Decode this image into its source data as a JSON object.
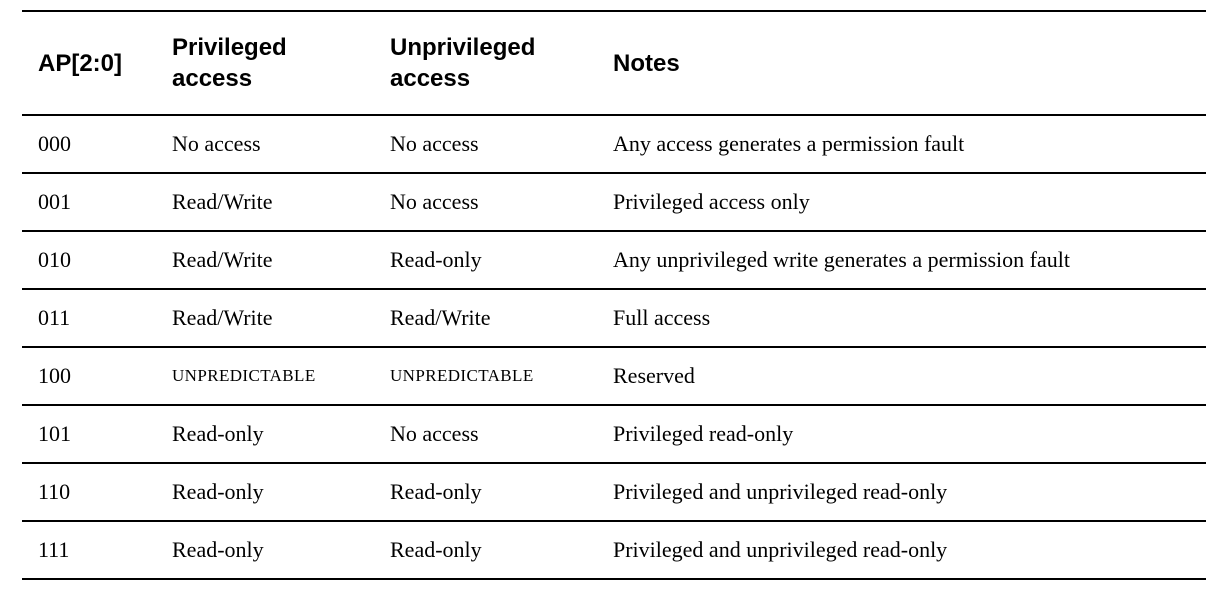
{
  "colors": {
    "background": "#ffffff",
    "text": "#000000",
    "rule": "#000000"
  },
  "table": {
    "columns": [
      {
        "label": "AP[2:0]"
      },
      {
        "label": "Privileged access"
      },
      {
        "label": "Unprivileged access"
      },
      {
        "label": "Notes"
      }
    ],
    "rows": [
      {
        "ap": "000",
        "priv": "No access",
        "unpriv": "No access",
        "notes": "Any access generates a permission fault"
      },
      {
        "ap": "001",
        "priv": "Read/Write",
        "unpriv": "No access",
        "notes": "Privileged access only"
      },
      {
        "ap": "010",
        "priv": "Read/Write",
        "unpriv": "Read-only",
        "notes": "Any unprivileged write generates a permission fault"
      },
      {
        "ap": "011",
        "priv": "Read/Write",
        "unpriv": "Read/Write",
        "notes": "Full access"
      },
      {
        "ap": "100",
        "priv": "UNPREDICTABLE",
        "unpriv": "UNPREDICTABLE",
        "notes": "Reserved"
      },
      {
        "ap": "101",
        "priv": "Read-only",
        "unpriv": "No access",
        "notes": "Privileged read-only"
      },
      {
        "ap": "110",
        "priv": "Read-only",
        "unpriv": "Read-only",
        "notes": "Privileged and unprivileged read-only"
      },
      {
        "ap": "111",
        "priv": "Read-only",
        "unpriv": "Read-only",
        "notes": "Privileged and unprivileged read-only"
      }
    ]
  }
}
